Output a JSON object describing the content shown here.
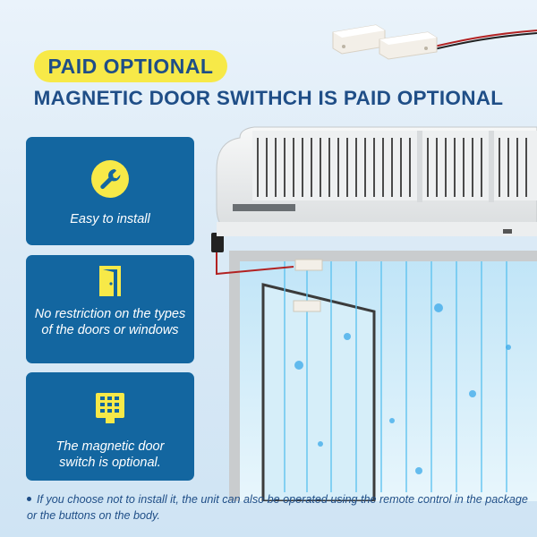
{
  "badge": {
    "label": "PAID OPTIONAL"
  },
  "headline": "MAGNETIC DOOR SWITHCH IS PAID OPTIONAL",
  "features": [
    {
      "icon": "wrench-icon",
      "text": "Easy to install"
    },
    {
      "icon": "door-icon",
      "text": "No restriction on the types of the doors or windows"
    },
    {
      "icon": "keypad-icon",
      "text": "The magnetic door switch is optional."
    }
  ],
  "footer": {
    "note": "If you choose not to install it, the unit can also be operated using the remote control in the package or the buttons on the body."
  },
  "colors": {
    "accent_yellow": "#f7e948",
    "card_blue": "#1366a0",
    "text_navy": "#1f4e87"
  }
}
